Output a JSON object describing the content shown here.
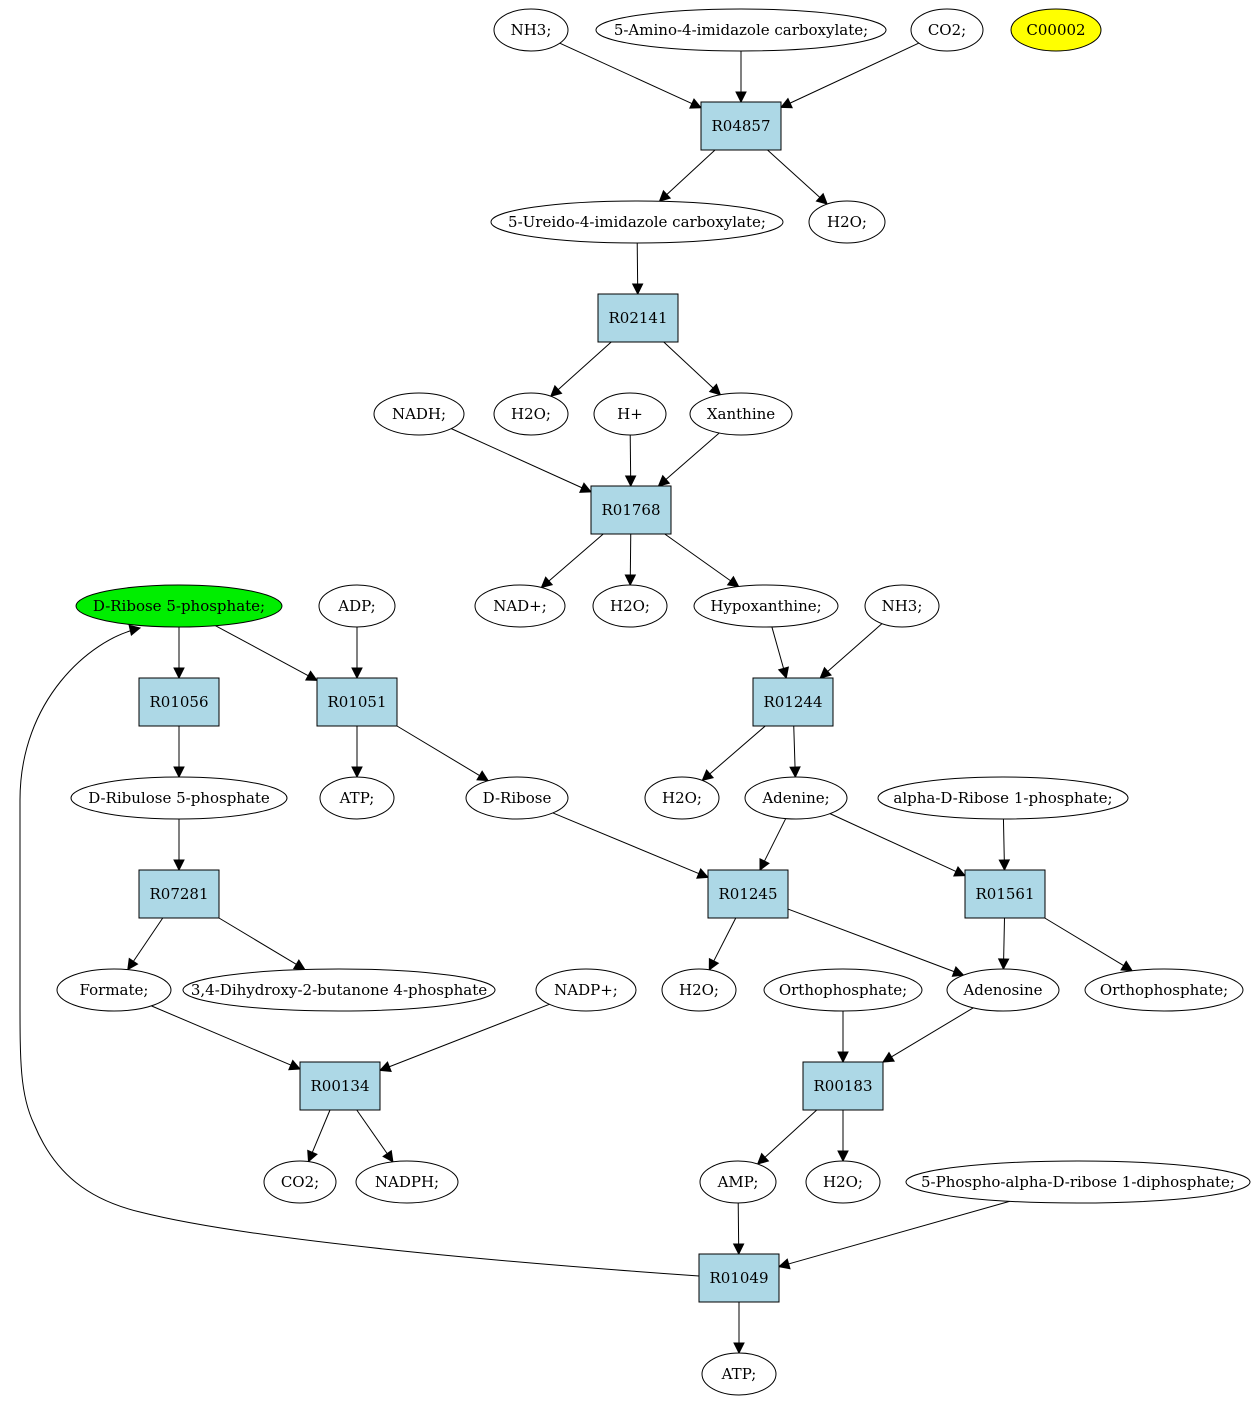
{
  "compounds": {
    "nh3_top": "NH3;",
    "amino_imidazole": "5-Amino-4-imidazole carboxylate;",
    "co2_top": "CO2;",
    "c00002": "C00002",
    "ureido_imidazole": "5-Ureido-4-imidazole carboxylate;",
    "h2o_1": "H2O;",
    "nadh": "NADH;",
    "h2o_2": "H2O;",
    "h_plus": "H+",
    "xanthine": "Xanthine",
    "nad_plus": "NAD+;",
    "h2o_3": "H2O;",
    "hypoxanthine": "Hypoxanthine;",
    "nh3_mid": "NH3;",
    "d_ribose_5p": "D-Ribose 5-phosphate;",
    "adp": "ADP;",
    "h2o_4": "H2O;",
    "adenine": "Adenine;",
    "alpha_d_ribose_1p": "alpha-D-Ribose 1-phosphate;",
    "d_ribulose_5p": "D-Ribulose 5-phosphate",
    "atp_mid": "ATP;",
    "d_ribose": "D-Ribose",
    "formate": "Formate;",
    "dihydroxy_butanone": "3,4-Dihydroxy-2-butanone 4-phosphate",
    "nadp_plus": "NADP+;",
    "h2o_5": "H2O;",
    "orthophosphate_1": "Orthophosphate;",
    "adenosine": "Adenosine",
    "orthophosphate_2": "Orthophosphate;",
    "co2_bottom": "CO2;",
    "nadph": "NADPH;",
    "amp": "AMP;",
    "h2o_6": "H2O;",
    "prpp": "5-Phospho-alpha-D-ribose 1-diphosphate;",
    "atp_bottom": "ATP;"
  },
  "reactions": {
    "R04857": "R04857",
    "R02141": "R02141",
    "R01768": "R01768",
    "R01244": "R01244",
    "R01056": "R01056",
    "R01051": "R01051",
    "R01245": "R01245",
    "R01561": "R01561",
    "R07281": "R07281",
    "R00134": "R00134",
    "R00183": "R00183",
    "R01049": "R01049"
  },
  "edges": [
    [
      "nh3_top",
      "R04857"
    ],
    [
      "amino_imidazole",
      "R04857"
    ],
    [
      "co2_top",
      "R04857"
    ],
    [
      "R04857",
      "ureido_imidazole"
    ],
    [
      "R04857",
      "h2o_1"
    ],
    [
      "ureido_imidazole",
      "R02141"
    ],
    [
      "R02141",
      "h2o_2"
    ],
    [
      "R02141",
      "xanthine"
    ],
    [
      "nadh",
      "R01768"
    ],
    [
      "h_plus",
      "R01768"
    ],
    [
      "xanthine",
      "R01768"
    ],
    [
      "R01768",
      "nad_plus"
    ],
    [
      "R01768",
      "h2o_3"
    ],
    [
      "R01768",
      "hypoxanthine"
    ],
    [
      "hypoxanthine",
      "R01244"
    ],
    [
      "nh3_mid",
      "R01244"
    ],
    [
      "R01244",
      "h2o_4"
    ],
    [
      "R01244",
      "adenine"
    ],
    [
      "d_ribose_5p",
      "R01056"
    ],
    [
      "d_ribose_5p",
      "R01051"
    ],
    [
      "adp",
      "R01051"
    ],
    [
      "R01056",
      "d_ribulose_5p"
    ],
    [
      "R01051",
      "atp_mid"
    ],
    [
      "R01051",
      "d_ribose"
    ],
    [
      "d_ribulose_5p",
      "R07281"
    ],
    [
      "R07281",
      "formate"
    ],
    [
      "R07281",
      "dihydroxy_butanone"
    ],
    [
      "d_ribose",
      "R01245"
    ],
    [
      "adenine",
      "R01245"
    ],
    [
      "adenine",
      "R01561"
    ],
    [
      "alpha_d_ribose_1p",
      "R01561"
    ],
    [
      "R01245",
      "h2o_5"
    ],
    [
      "R01245",
      "adenosine"
    ],
    [
      "R01561",
      "adenosine"
    ],
    [
      "R01561",
      "orthophosphate_2"
    ],
    [
      "formate",
      "R00134"
    ],
    [
      "nadp_plus",
      "R00134"
    ],
    [
      "R00134",
      "co2_bottom"
    ],
    [
      "R00134",
      "nadph"
    ],
    [
      "orthophosphate_1",
      "R00183"
    ],
    [
      "adenosine",
      "R00183"
    ],
    [
      "R00183",
      "amp"
    ],
    [
      "R00183",
      "h2o_6"
    ],
    [
      "amp",
      "R01049"
    ],
    [
      "prpp",
      "R01049"
    ],
    [
      "R01049",
      "atp_bottom"
    ],
    [
      "R01049",
      "d_ribose_5p"
    ]
  ],
  "colors": {
    "reaction_fill": "#add8e6",
    "compound_fill": "#ffffff",
    "source_fill": "#00ee00",
    "highlight_fill": "#ffff00",
    "stroke": "#000000"
  }
}
